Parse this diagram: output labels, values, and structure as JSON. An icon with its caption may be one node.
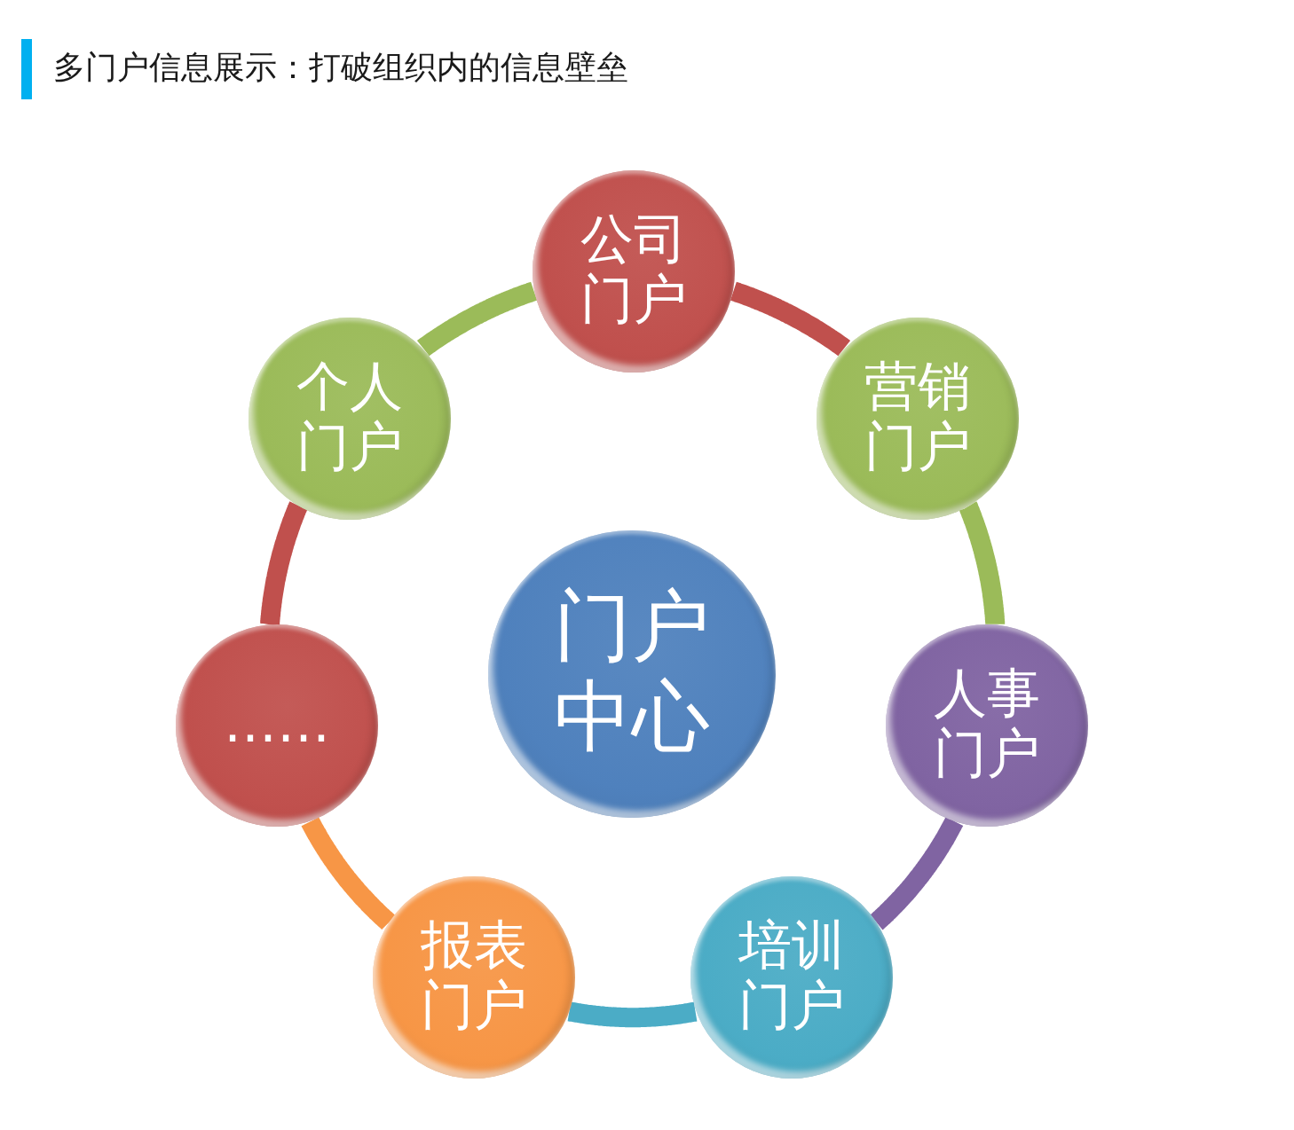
{
  "diagram": {
    "title": "多门户信息展示：打破组织内的信息壁垒",
    "nodes": [
      {
        "text": [
          "公司门户"
        ]
      },
      {
        "text": [
          "营销门户"
        ]
      },
      {
        "text": [
          "人事门户"
        ]
      },
      {
        "text": [
          "培训门户"
        ]
      },
      {
        "text": [
          "报表门户"
        ]
      },
      {
        "text": [
          "……"
        ]
      },
      {
        "text": [
          "个人门户"
        ]
      },
      {
        "text": [
          "门户中心"
        ]
      }
    ],
    "edges": [
      {
        "from": 0,
        "to": 1,
        "arrow": "none",
        "color": "#c0504d"
      },
      {
        "from": 1,
        "to": 2,
        "arrow": "none",
        "color": "#9bbb59"
      },
      {
        "from": 2,
        "to": 3,
        "arrow": "none",
        "color": "#8064a2"
      },
      {
        "from": 3,
        "to": 4,
        "arrow": "none",
        "color": "#4bacc6"
      },
      {
        "from": 4,
        "to": 5,
        "arrow": "none",
        "color": "#f79646"
      },
      {
        "from": 5,
        "to": 6,
        "arrow": "none",
        "color": "#c0504d"
      },
      {
        "from": 6,
        "to": 0,
        "arrow": "none",
        "color": "#9bbb59"
      }
    ]
  }
}
